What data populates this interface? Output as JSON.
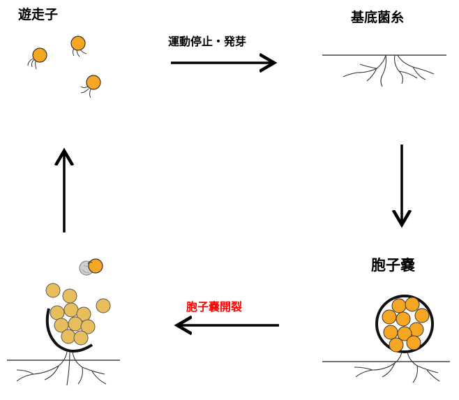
{
  "stages": {
    "zoospore": "遊走子",
    "rhizoid": "基底菌糸",
    "sporangium": "胞子嚢"
  },
  "transitions": {
    "stop_germinate": "運動停止・発芽",
    "sporangium_rupture": "胞子嚢開裂"
  },
  "colors": {
    "spore": "#F5A623",
    "spore_pale": "#E8BE5C",
    "spore_grey": "#D0D0D0",
    "arrow": "#000000",
    "rupture_label": "#FF0000"
  }
}
